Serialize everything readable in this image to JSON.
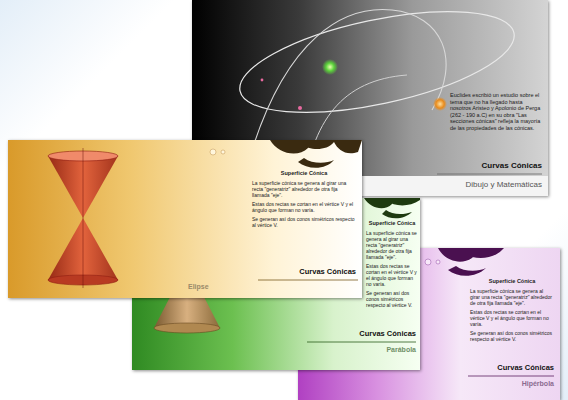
{
  "diagram": {
    "nodes": [
      {
        "text": [
          "Euclides escribió un estudio sobre el tema que no ha llegado hasta nosotros Aristeo y Apolonio de Perga (262 - 190 a.C) en su obra \"Las secciones cónicas\" refleja la mayoría de las propiedades de las cónicas.",
          "Curvas Cónicas",
          "Dibujo y Matemáticas"
        ]
      },
      {
        "text": [
          "Superficie Cónica",
          "La superficie cónica se genera al girar una recta \"generatriz\" alrededor de otra fija llamada \"eje\".",
          "Estas dos rectas se cortan en el vértice V y el ángulo que forman no varía.",
          "Se generan así dos conos simétricos respecto al vértice V.",
          "Curvas Cónicas",
          "Elipse"
        ]
      },
      {
        "text": [
          "Superficie Cónica",
          "La superficie cónica se genera al girar una recta \"generatriz\" alrededor de otra fija llamada \"eje\".",
          "Estas dos rectas se cortan en el vértice V y el ángulo que forman no varía.",
          "Se generan así dos conos simétricos respecto al vértice V.",
          "Curvas Cónicas",
          "Parábola"
        ]
      },
      {
        "text": [
          "Superficie Cónica",
          "La superficie cónica se genera al girar una recta \"generatriz\" alrededor de otra fija llamada \"eje\".",
          "Estas dos rectas se cortan en el vértice V y el ángulo que forman no varía.",
          "Se generan así dos conos simétricos respecto al vértice V.",
          "Curvas Cónicas",
          "Hipérbola"
        ]
      }
    ]
  }
}
